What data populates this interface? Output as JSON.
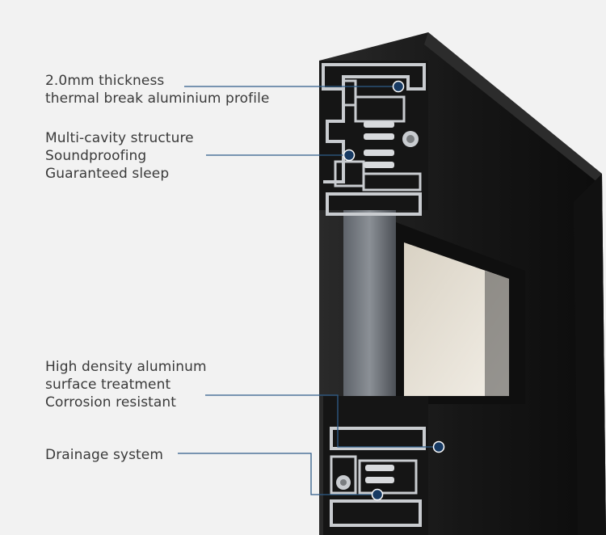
{
  "callouts": [
    {
      "lines": [
        "2.0mm thickness",
        "thermal break aluminium profile"
      ]
    },
    {
      "lines": [
        "Multi-cavity structure",
        "Soundproofing",
        "Guaranteed sleep"
      ]
    },
    {
      "lines": [
        "High density aluminum",
        "surface treatment",
        "Corrosion resistant"
      ]
    },
    {
      "lines": [
        "Drainage system"
      ]
    }
  ],
  "colors": {
    "background": "#f2f2f2",
    "frame": "#1b1b1b",
    "profile": "#c9ccd0",
    "leader_line": "#2f5d8a",
    "marker": "#173a63"
  }
}
